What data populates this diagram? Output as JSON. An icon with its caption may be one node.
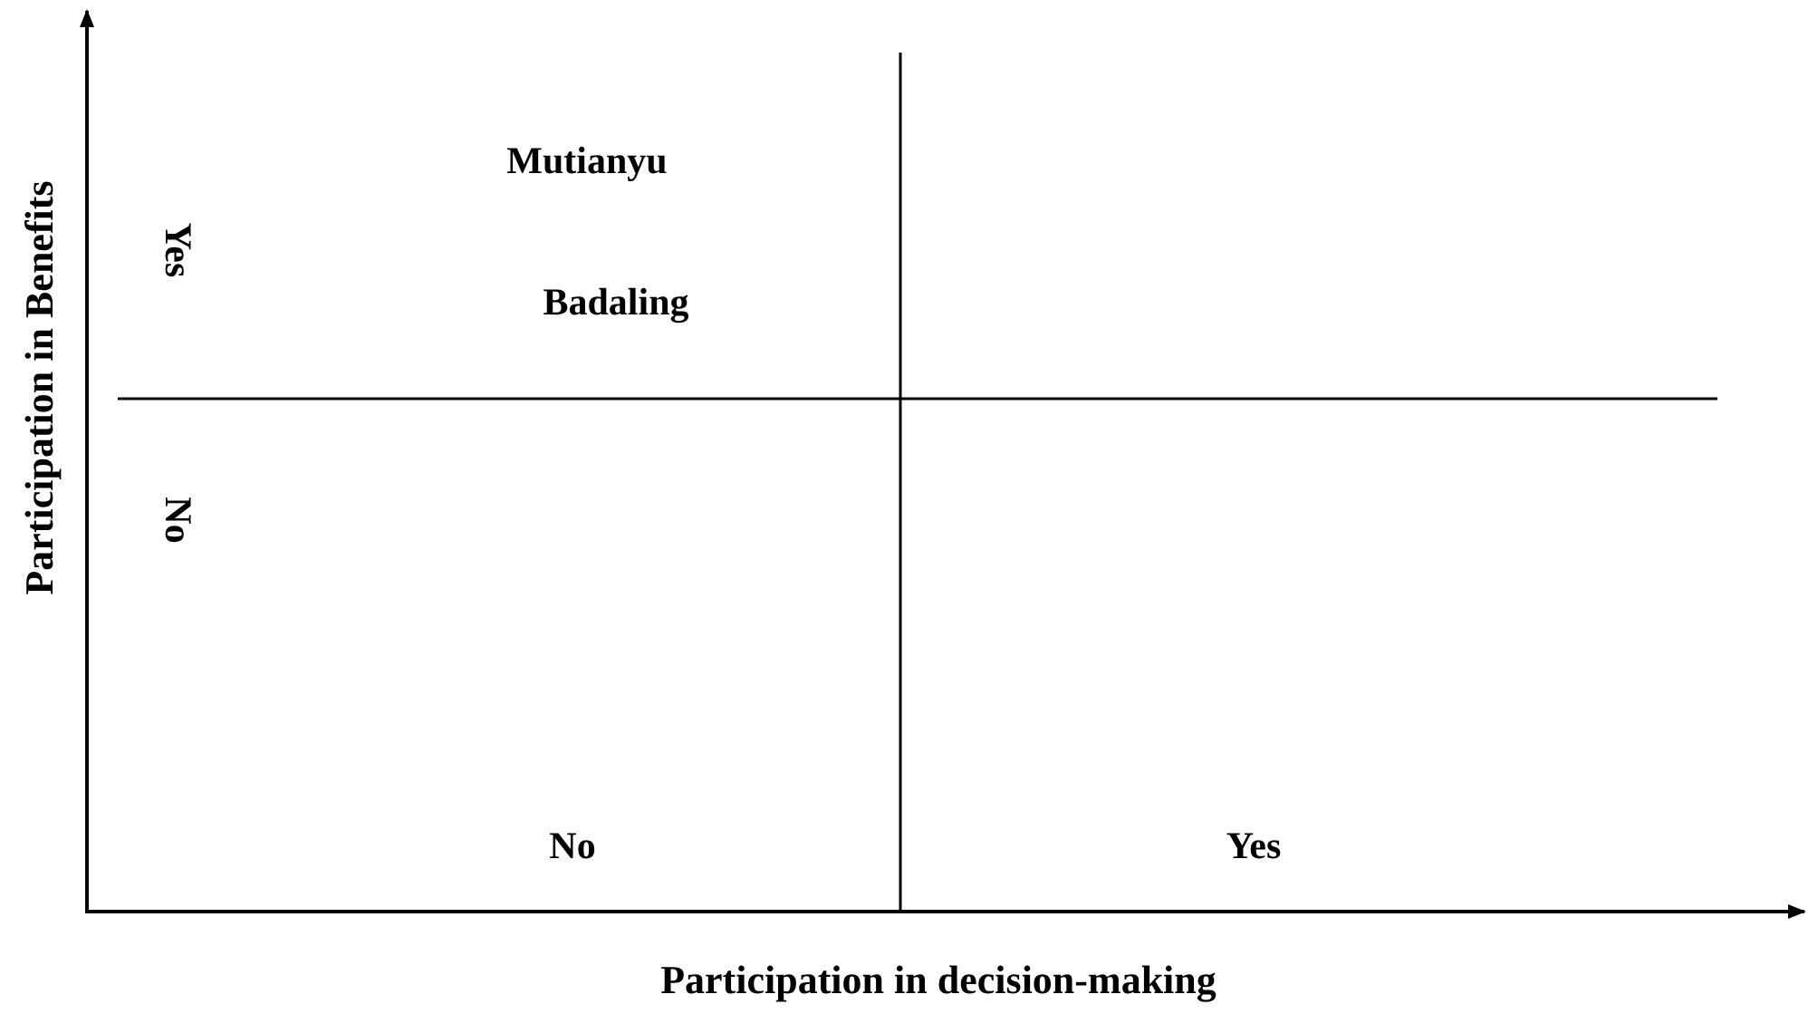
{
  "diagram": {
    "labels": [
      "Participation in Benefits",
      "Mutianyu",
      "Yes",
      "Badaling",
      "No",
      "No",
      "Yes",
      "Participation in decision-making"
    ]
  }
}
